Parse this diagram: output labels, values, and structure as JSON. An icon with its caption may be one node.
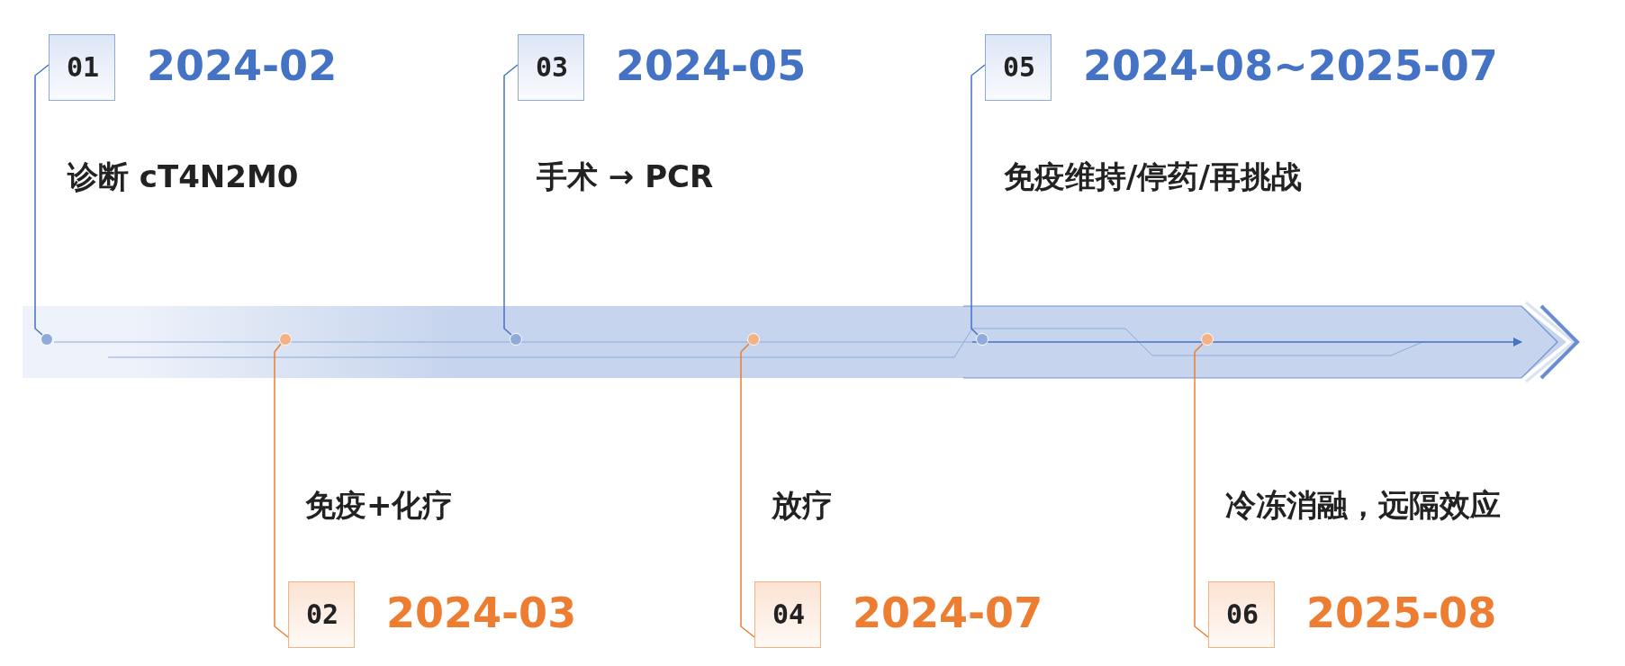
{
  "diagram": {
    "nodes": [
      {
        "text": [
          "01"
        ],
        "beside": [
          "2024-02",
          "诊断 cT4N2M0"
        ]
      },
      {
        "text": [],
        "shape": "circle"
      },
      {
        "text": [
          "02"
        ],
        "beside": [
          "2024-03",
          "免疫+化疗"
        ]
      },
      {
        "text": [],
        "shape": "circle"
      },
      {
        "text": [
          "03"
        ],
        "beside": [
          "2024-05",
          "手术 → PCR"
        ]
      },
      {
        "text": [],
        "shape": "circle"
      },
      {
        "text": [
          "04"
        ],
        "beside": [
          "2024-07",
          "放疗"
        ]
      },
      {
        "text": [],
        "shape": "circle"
      },
      {
        "text": [
          "05"
        ],
        "beside": [
          "2024-08~2025-07",
          "免疫维持/停药/再挑战"
        ]
      },
      {
        "text": [],
        "shape": "circle"
      },
      {
        "text": [
          "06"
        ],
        "beside": [
          "2025-08",
          "冷冻消融，远隔效应"
        ]
      },
      {
        "text": [],
        "shape": "circle"
      }
    ],
    "edges": [
      {
        "from": 0,
        "to": 1,
        "arrow": "none"
      },
      {
        "from": 2,
        "to": 3,
        "arrow": "none",
        "color": "#ed7d31"
      },
      {
        "from": 4,
        "to": 5,
        "arrow": "none"
      },
      {
        "from": 6,
        "to": 7,
        "arrow": "none",
        "color": "#ed7d31"
      },
      {
        "from": 8,
        "to": 9,
        "arrow": "none"
      },
      {
        "from": 10,
        "to": 11,
        "arrow": "none",
        "color": "#ed7d31"
      }
    ]
  }
}
